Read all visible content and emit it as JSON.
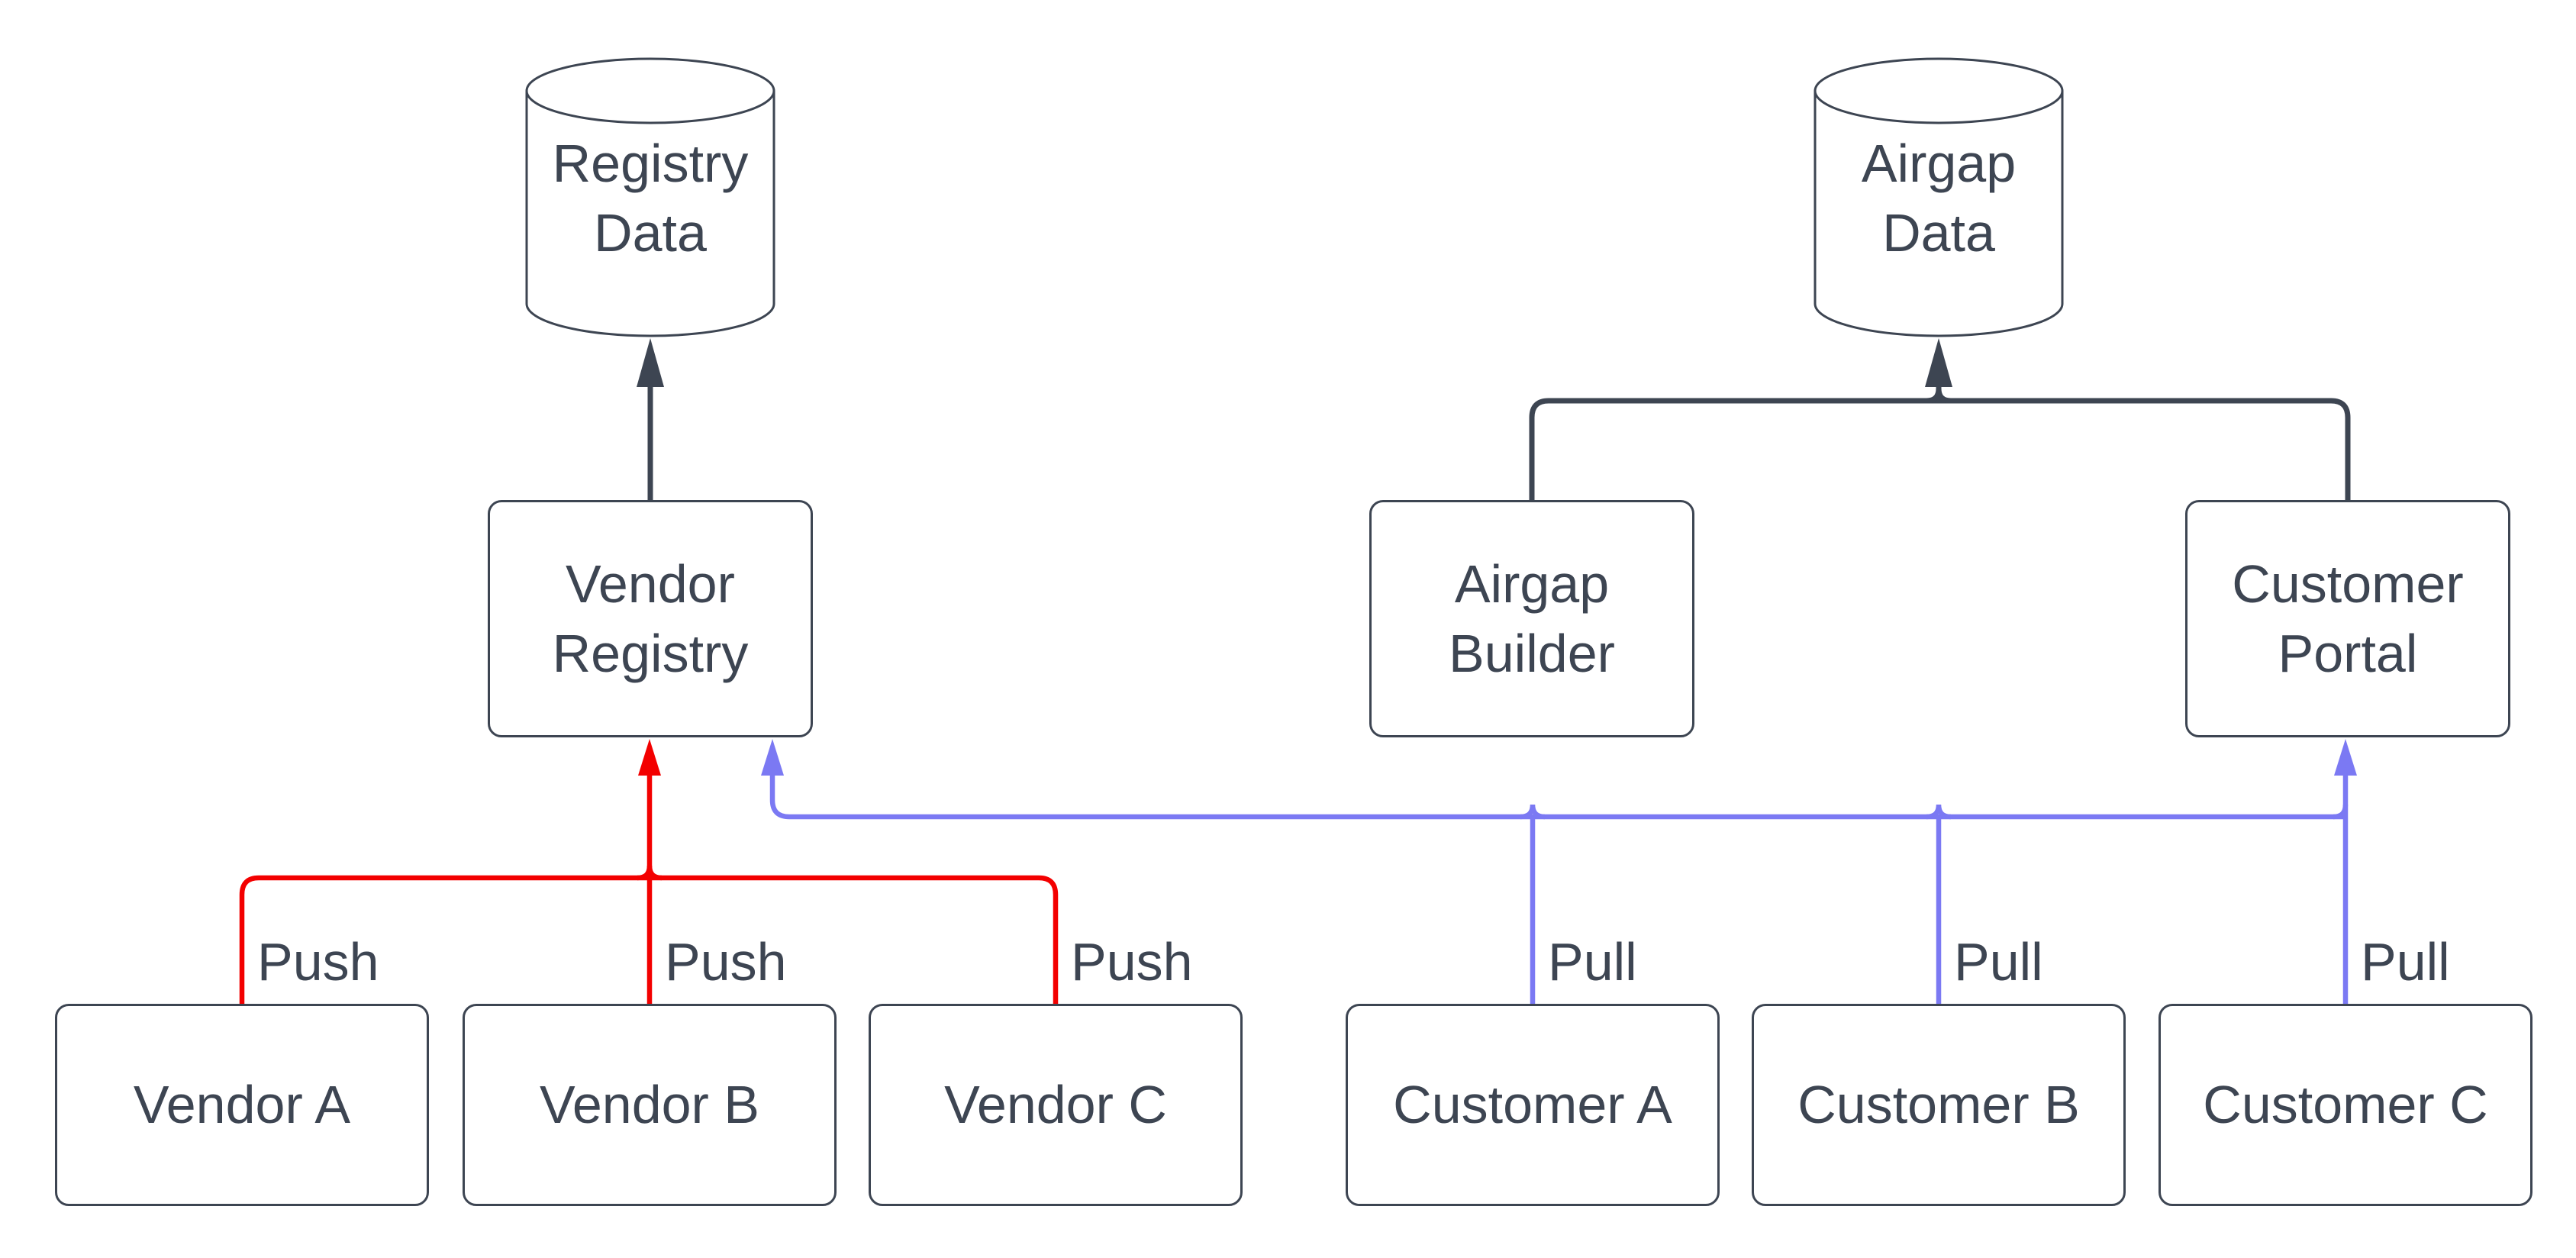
{
  "diagram": {
    "background": "#ffffff",
    "colors": {
      "dark": "#3d4552",
      "red": "#f30000",
      "blue": "#7b79f3",
      "node_fill": "#ffffff"
    },
    "nodes": {
      "registry_data": {
        "label": "Registry\nData",
        "shape": "cylinder"
      },
      "airgap_data": {
        "label": "Airgap\nData",
        "shape": "cylinder"
      },
      "vendor_registry": {
        "label": "Vendor\nRegistry",
        "shape": "box"
      },
      "airgap_builder": {
        "label": "Airgap\nBuilder",
        "shape": "box"
      },
      "customer_portal": {
        "label": "Customer\nPortal",
        "shape": "box"
      },
      "vendor_a": {
        "label": "Vendor A",
        "shape": "box"
      },
      "vendor_b": {
        "label": "Vendor B",
        "shape": "box"
      },
      "vendor_c": {
        "label": "Vendor C",
        "shape": "box"
      },
      "customer_a": {
        "label": "Customer A",
        "shape": "box"
      },
      "customer_b": {
        "label": "Customer B",
        "shape": "box"
      },
      "customer_c": {
        "label": "Customer C",
        "shape": "box"
      }
    },
    "edges": [
      {
        "from": "Vendor A",
        "to": "Vendor Registry",
        "label": "Push",
        "color_key": "red"
      },
      {
        "from": "Vendor B",
        "to": "Vendor Registry",
        "label": "Push",
        "color_key": "red"
      },
      {
        "from": "Vendor C",
        "to": "Vendor Registry",
        "label": "Push",
        "color_key": "red"
      },
      {
        "from": "Customer A",
        "to": "Vendor Registry",
        "label": "Pull",
        "color_key": "blue"
      },
      {
        "from": "Customer B",
        "to": "Vendor Registry",
        "label": "Pull",
        "color_key": "blue"
      },
      {
        "from": "Customer C",
        "to": "Customer Portal",
        "label": "Pull",
        "color_key": "blue"
      },
      {
        "from": "Vendor Registry",
        "to": "Registry Data",
        "label": "",
        "color_key": "dark"
      },
      {
        "from": "Airgap Builder",
        "to": "Airgap Data",
        "label": "",
        "color_key": "dark"
      },
      {
        "from": "Customer Portal",
        "to": "Airgap Data",
        "label": "",
        "color_key": "dark"
      }
    ]
  }
}
